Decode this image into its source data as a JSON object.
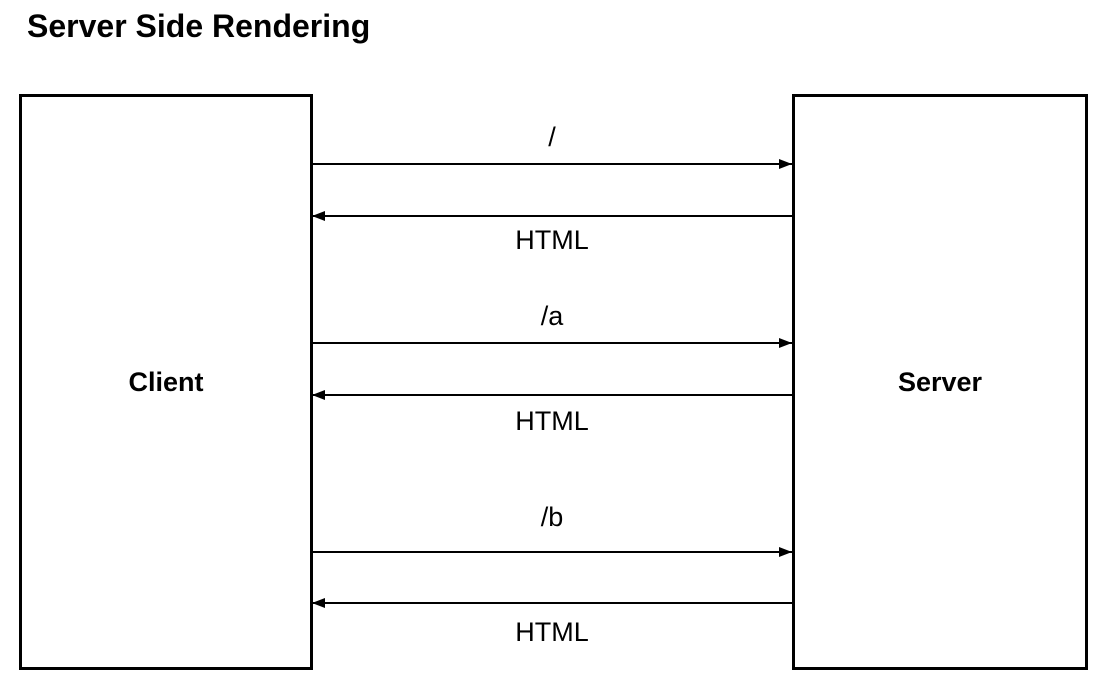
{
  "title": "Server Side Rendering",
  "diagram": {
    "client_label": "Client",
    "server_label": "Server",
    "messages": [
      {
        "label": "/",
        "direction": "client-to-server",
        "type": "request"
      },
      {
        "label": "HTML",
        "direction": "server-to-client",
        "type": "response"
      },
      {
        "label": "/a",
        "direction": "client-to-server",
        "type": "request"
      },
      {
        "label": "HTML",
        "direction": "server-to-client",
        "type": "response"
      },
      {
        "label": "/b",
        "direction": "client-to-server",
        "type": "request"
      },
      {
        "label": "HTML",
        "direction": "server-to-client",
        "type": "response"
      }
    ]
  },
  "colors": {
    "line": "#000000",
    "text": "#000000",
    "background": "#ffffff"
  }
}
